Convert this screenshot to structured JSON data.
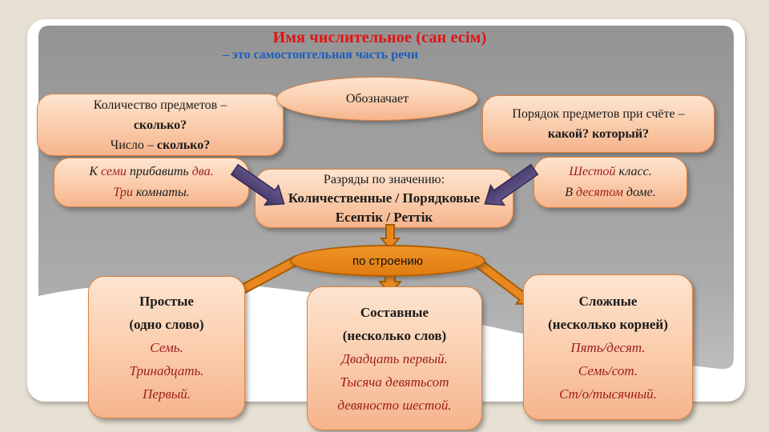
{
  "colors": {
    "background_beige": "#e7e1d4",
    "card_white": "#ffffff",
    "panel_gray": "#a2a2a2",
    "title_red": "#e01212",
    "title_blue": "#1a5dc0",
    "box_peach_border": "#e0813c",
    "example_dark_red": "#9e1b1b",
    "arrow_purple": "#53447c",
    "arrow_orange": "#e8871f"
  },
  "title": {
    "line1": "Имя числительное (сан есім)",
    "line2": "– это самостоятельная часть речи"
  },
  "ellipses": {
    "designates": "Обозначает",
    "by_structure": "по строению"
  },
  "boxes": {
    "quantity": {
      "line1": "Количество предметов –",
      "line2": "сколько?",
      "line3a": "Число – ",
      "line3b": "сколько?"
    },
    "order": {
      "line1": "Порядок предметов при счёте –",
      "line2": "какой? который?"
    },
    "example_quantity": {
      "l1a": "К ",
      "l1b": "семи",
      "l1c": " прибавить ",
      "l1d": "два.",
      "l2a": "Три",
      "l2b": " комнаты."
    },
    "categories": {
      "line1": "Разряды по значению:",
      "line2": "Количественные / Порядковые",
      "line3": "Есептік / Реттік"
    },
    "example_order": {
      "l1a": "Шестой",
      "l1b": " класс.",
      "l2a": "В ",
      "l2b": "десятом",
      "l2c": " доме."
    },
    "simple": {
      "title": "Простые",
      "subtitle": "(одно слово)",
      "examples": [
        "Семь.",
        "Тринадцать.",
        "Первый."
      ]
    },
    "compound": {
      "title": "Составные",
      "subtitle": "(несколько слов)",
      "examples": [
        "Двадцать первый.",
        "Тысяча девятьсот",
        "девяносто шестой."
      ]
    },
    "complex": {
      "title": "Сложные",
      "subtitle": "(несколько корней)",
      "examples": [
        "Пять/десят.",
        "Семь/сот.",
        "Ст/о/тысячный."
      ]
    }
  }
}
